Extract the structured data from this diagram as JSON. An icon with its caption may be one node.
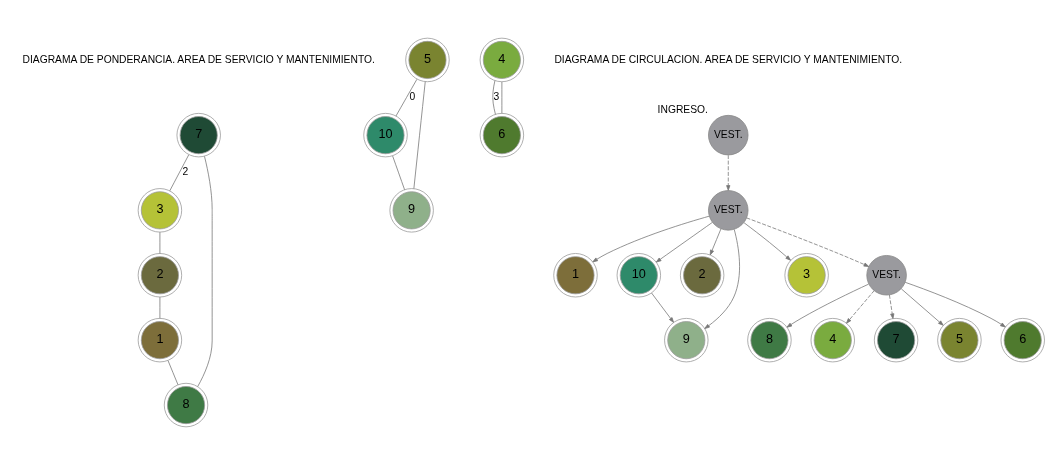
{
  "diagram": {
    "nodes": [
      {
        "text": [
          "7"
        ]
      },
      {
        "text": [
          "3"
        ]
      },
      {
        "text": [
          "5"
        ]
      },
      {
        "text": [
          "4"
        ]
      },
      {
        "text": [
          "2"
        ]
      },
      {
        "text": [
          "8"
        ]
      },
      {
        "text": [
          "6"
        ]
      },
      {
        "text": [
          "1"
        ]
      },
      {
        "text": [
          "9"
        ]
      },
      {
        "text": [
          "10"
        ]
      },
      {
        "text": [
          "VEST."
        ],
        "beside": [
          "INGRESO."
        ]
      },
      {
        "text": [
          "1"
        ]
      },
      {
        "text": [
          "10"
        ]
      },
      {
        "text": [
          "2"
        ]
      },
      {
        "text": [
          "9"
        ]
      },
      {
        "text": [
          "VEST."
        ]
      },
      {
        "text": [
          "3"
        ]
      },
      {
        "text": [
          "8"
        ]
      },
      {
        "text": [
          "4"
        ]
      },
      {
        "text": [
          "VEST."
        ]
      },
      {
        "text": [
          "7"
        ]
      },
      {
        "text": [
          "5"
        ]
      },
      {
        "text": [
          "6"
        ]
      }
    ],
    "edges": [
      {
        "from": 2,
        "to": 9,
        "arrow": "none",
        "label": "0"
      },
      {
        "from": 9,
        "to": 8,
        "arrow": "none"
      },
      {
        "from": 8,
        "to": 2,
        "arrow": "none"
      },
      {
        "from": 0,
        "to": 1,
        "arrow": "none",
        "label": "2"
      },
      {
        "from": 1,
        "to": 4,
        "arrow": "none"
      },
      {
        "from": 4,
        "to": 7,
        "arrow": "none"
      },
      {
        "from": 7,
        "to": 5,
        "arrow": "none"
      },
      {
        "from": 5,
        "to": 0,
        "arrow": "none"
      },
      {
        "from": 3,
        "to": 6,
        "arrow": "none",
        "label": "3"
      },
      {
        "from": 6,
        "to": 3,
        "arrow": "none"
      },
      {
        "from": 10,
        "to": 15,
        "arrow": "to",
        "style": "dashed"
      },
      {
        "from": 15,
        "to": 11,
        "arrow": "to"
      },
      {
        "from": 15,
        "to": 13,
        "arrow": "to"
      },
      {
        "from": 15,
        "to": 16,
        "arrow": "to"
      },
      {
        "from": 15,
        "to": 14,
        "arrow": "to"
      },
      {
        "from": 15,
        "to": 12,
        "arrow": "to"
      },
      {
        "from": 12,
        "to": 14,
        "arrow": "to"
      },
      {
        "from": 15,
        "to": 19,
        "arrow": "to",
        "style": "dashed"
      },
      {
        "from": 19,
        "to": 18,
        "arrow": "to",
        "style": "dashed"
      },
      {
        "from": 19,
        "to": 20,
        "arrow": "to",
        "style": "dashed"
      },
      {
        "from": 19,
        "to": 17,
        "arrow": "to"
      },
      {
        "from": 19,
        "to": 21,
        "arrow": "to"
      },
      {
        "from": 19,
        "to": 22,
        "arrow": "to"
      }
    ],
    "labels": [
      "DIAGRAMA DE PONDERANCIA. AREA DE SERVICIO Y MANTENIMIENTO.",
      "DIAGRAMA DE CIRCULACION. AREA DE SERVICIO Y MANTENIMIENTO."
    ]
  }
}
